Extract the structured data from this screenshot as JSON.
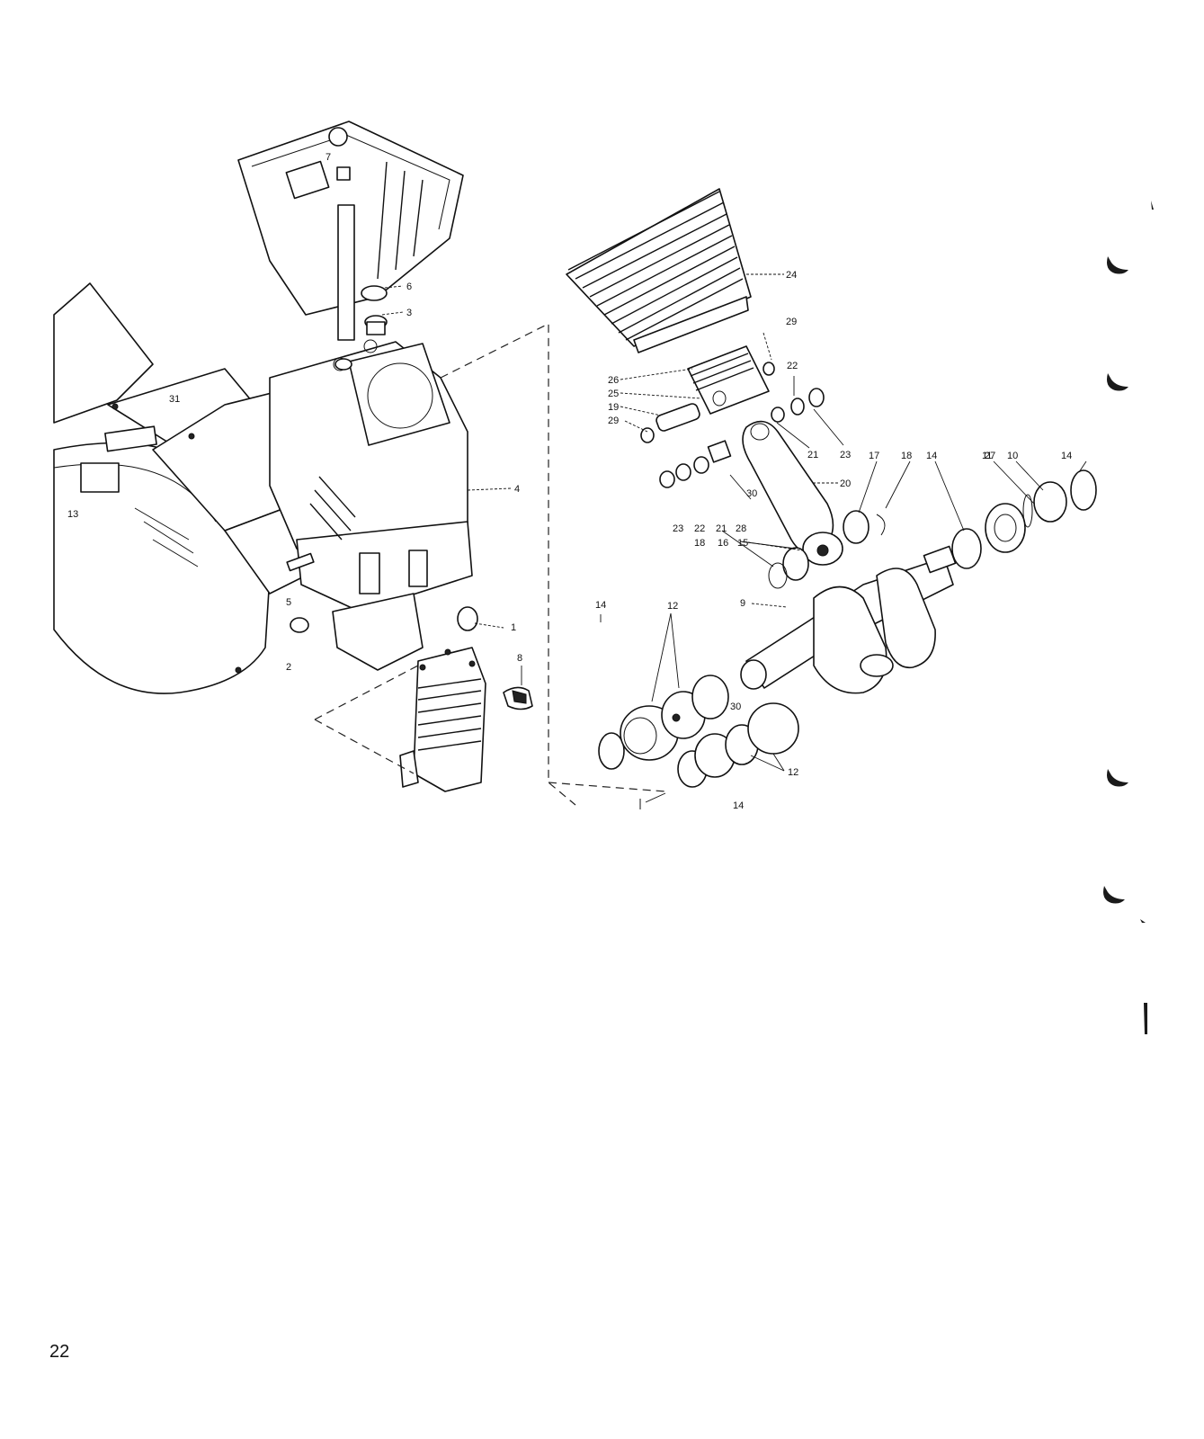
{
  "page": {
    "number": "22"
  },
  "callouts": {
    "c1": "1",
    "c2": "2",
    "c3": "3",
    "c4": "4",
    "c5": "5",
    "c6": "6",
    "c7": "7",
    "c8": "8",
    "c9": "9",
    "c10": "10",
    "c11": "11",
    "c12a": "12",
    "c12b": "12",
    "c13": "13",
    "c14a": "14",
    "c14b": "14",
    "c14c": "14",
    "c14d": "14",
    "c15": "15",
    "c16": "16",
    "c17": "17",
    "c18a": "18",
    "c18b": "18",
    "c19": "19",
    "c20": "20",
    "c21a": "21",
    "c21b": "21",
    "c22a": "22",
    "c22b": "22",
    "c23a": "23",
    "c23b": "23",
    "c24": "24",
    "c25": "25",
    "c26": "26",
    "c27": "27",
    "c28": "28",
    "c29a": "29",
    "c29b": "29",
    "c30a": "30",
    "c30b": "30",
    "c31": "31"
  }
}
